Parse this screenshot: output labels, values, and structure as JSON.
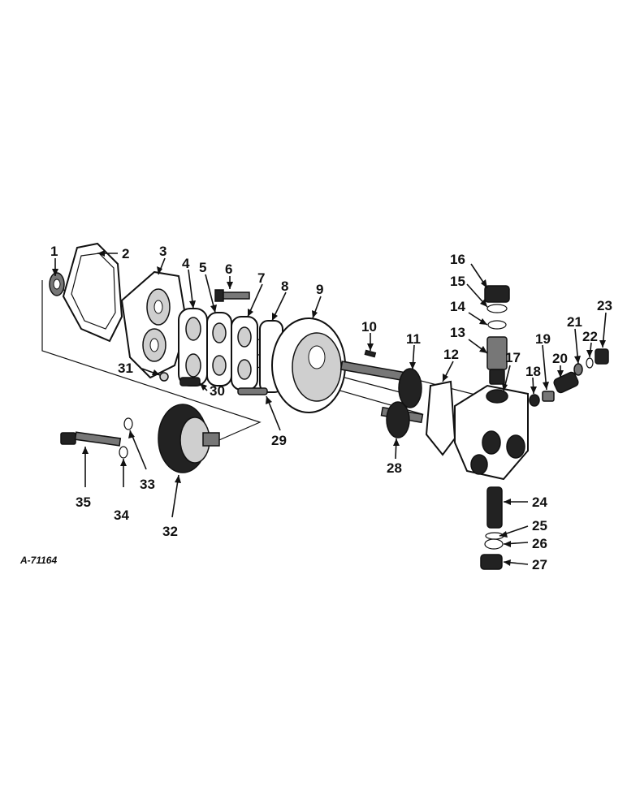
{
  "drawing_code": "A-71164",
  "callouts": [
    "1",
    "2",
    "3",
    "4",
    "5",
    "6",
    "7",
    "8",
    "9",
    "10",
    "11",
    "12",
    "13",
    "14",
    "15",
    "16",
    "17",
    "18",
    "19",
    "20",
    "21",
    "22",
    "23",
    "24",
    "25",
    "26",
    "27",
    "28",
    "29",
    "30",
    "31",
    "32",
    "33",
    "34",
    "35"
  ]
}
